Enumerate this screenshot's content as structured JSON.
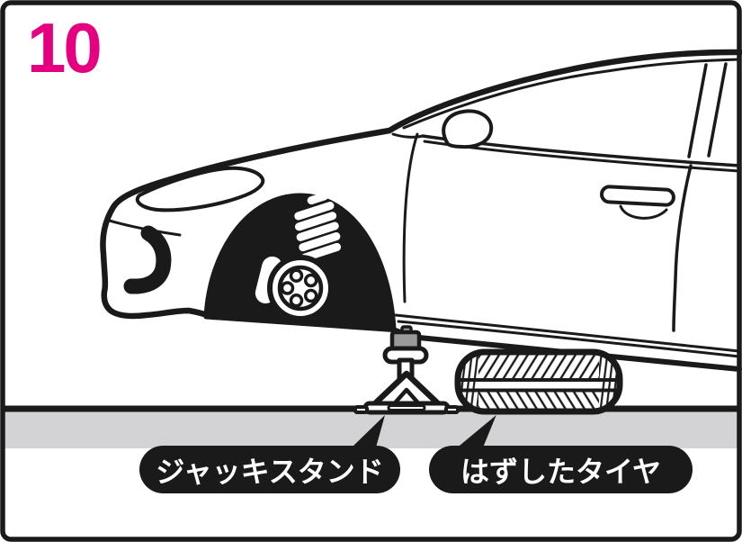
{
  "step_number": "10",
  "callouts": {
    "jack_stand": "ジャッキスタンド",
    "removed_tire": "はずしたタイヤ"
  },
  "colors": {
    "accent_pink": "#e4007f",
    "ink": "#1a1a1a",
    "ground_gray": "#d3d3d5",
    "jack_pad_gray": "#9a9a9c",
    "bubble_background": "#1a1a1a",
    "bubble_text": "#ffffff"
  }
}
